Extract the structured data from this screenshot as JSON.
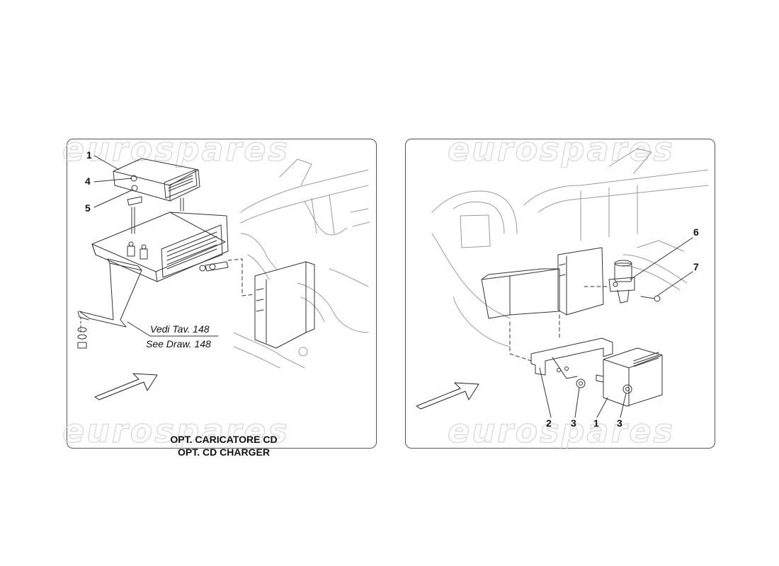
{
  "watermark": "eurospares",
  "left_panel": {
    "callouts": {
      "c1": "1",
      "c4": "4",
      "c5": "5"
    },
    "reference_note": {
      "it": "Vedi Tav. 148",
      "en": "See Draw. 148"
    },
    "caption": {
      "it": "OPT. CARICATORE CD",
      "en": "OPT. CD CHARGER"
    }
  },
  "right_panel": {
    "callouts": {
      "c6": "6",
      "c7": "7",
      "c2": "2",
      "c3a": "3",
      "c1": "1",
      "c3b": "3"
    }
  }
}
